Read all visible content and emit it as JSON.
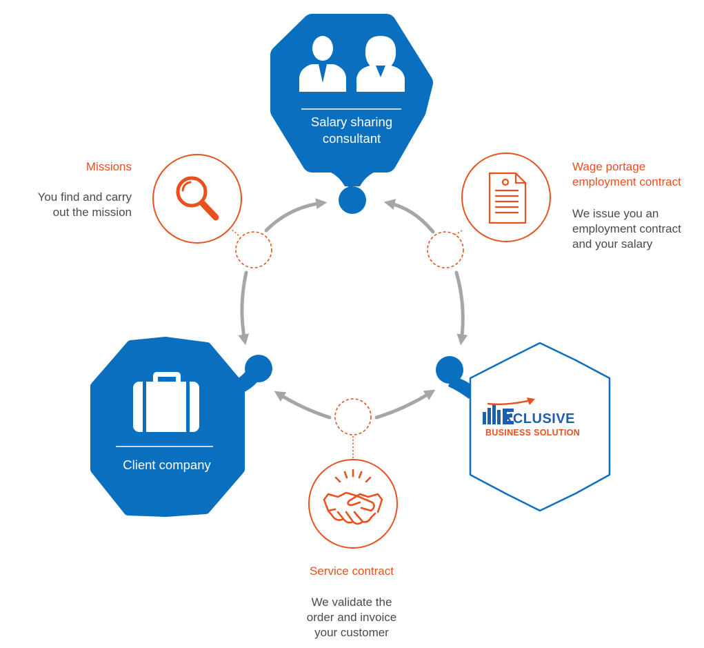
{
  "nodes": {
    "consultant": {
      "label": "Salary sharing\nconsultant"
    },
    "client": {
      "label": "Client company"
    },
    "company": {
      "logo_line1": "XCLUSIVE",
      "logo_line2": "BUSINESS SOLUTION"
    }
  },
  "steps": {
    "missions": {
      "title": "Missions",
      "text": "You find and carry\nout the mission"
    },
    "wage": {
      "title": "Wage portage\nemployment contract",
      "text": "We issue you an\nemployment contract\nand your salary"
    },
    "service": {
      "title": "Service contract",
      "text": "We validate the\norder and invoice\nyour customer"
    }
  },
  "colors": {
    "blue": "#0a6fbf",
    "orange": "#e8501e",
    "arrow": "#a6a6a6",
    "text": "#4a4a4a",
    "white": "#ffffff"
  },
  "icons": {
    "consultant": "people-icon",
    "client": "briefcase-icon",
    "missions": "magnifier-icon",
    "wage": "document-icon",
    "service": "handshake-icon"
  }
}
